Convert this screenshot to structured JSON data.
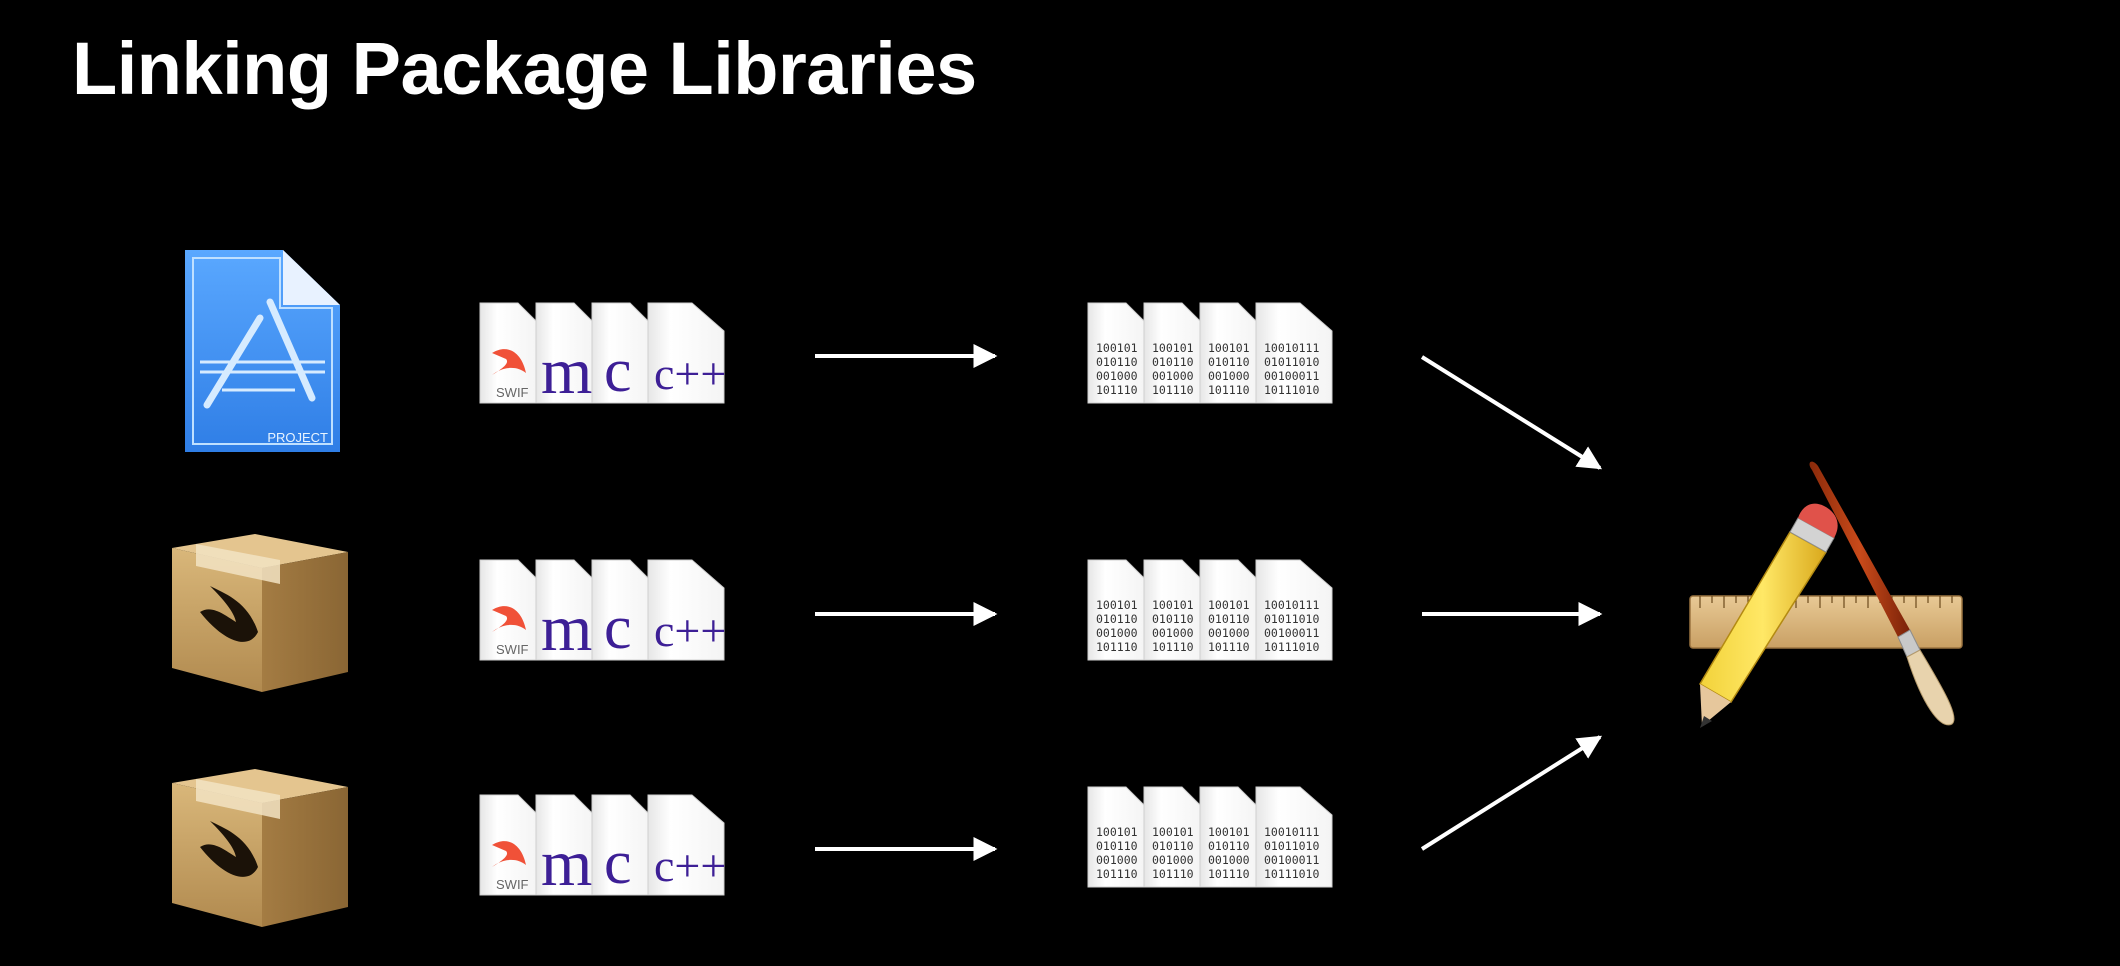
{
  "slide": {
    "title": "Linking Package Libraries"
  },
  "source_files": {
    "swift_label": "SWIF",
    "objc_glyph": "m",
    "c_glyph": "c",
    "cpp_glyph": "c++"
  },
  "project_icon": {
    "label": "PROJECT"
  },
  "binary_lines": [
    "100101",
    "010110",
    "001000",
    "101110"
  ],
  "binary_lines_wide": [
    "10010111",
    "01011010",
    "00100011",
    "10111010"
  ],
  "colors": {
    "background": "#000000",
    "title": "#ffffff",
    "arrow": "#ffffff",
    "project_blue": "#3f92f2",
    "box_tan": "#c9a468",
    "objc_purple": "#3d1f96",
    "swift_orange": "#f05138"
  }
}
